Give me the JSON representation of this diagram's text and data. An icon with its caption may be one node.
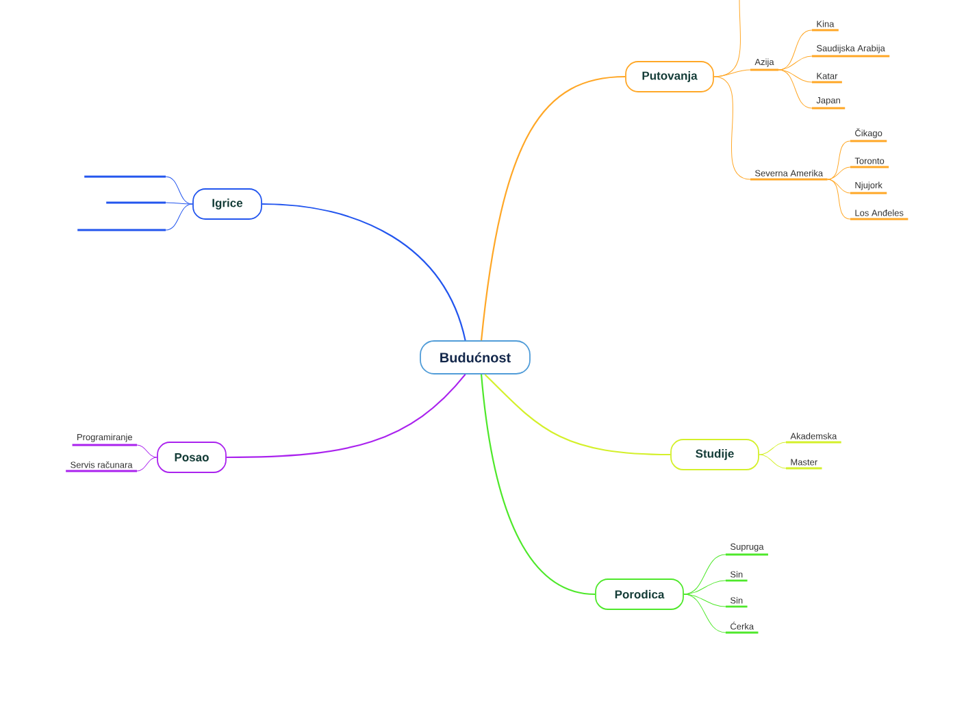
{
  "diagram": {
    "nodes": [
      {
        "text": [
          "Budućnost"
        ]
      },
      {
        "text": [
          "Igrice"
        ]
      },
      {
        "text": [],
        "shape": "bar"
      },
      {
        "text": [],
        "shape": "bar"
      },
      {
        "text": [],
        "shape": "bar"
      },
      {
        "text": [
          "Putovanja"
        ]
      },
      {
        "text": [
          "Azija"
        ]
      },
      {
        "text": [
          "Kina"
        ]
      },
      {
        "text": [
          "Saudijska Arabija"
        ]
      },
      {
        "text": [
          "Katar"
        ]
      },
      {
        "text": [
          "Japan"
        ]
      },
      {
        "text": [
          "Severna Amerika"
        ]
      },
      {
        "text": [
          "Čikago"
        ]
      },
      {
        "text": [
          "Toronto"
        ]
      },
      {
        "text": [
          "Njujork"
        ]
      },
      {
        "text": [
          "Los Anđeles"
        ]
      },
      {
        "text": [
          "Posao"
        ]
      },
      {
        "text": [
          "Programiranje"
        ]
      },
      {
        "text": [
          "Servis računara"
        ]
      },
      {
        "text": [
          "Studije"
        ]
      },
      {
        "text": [
          "Akademska"
        ]
      },
      {
        "text": [
          "Master"
        ]
      },
      {
        "text": [
          "Porodica"
        ]
      },
      {
        "text": [
          "Supruga"
        ]
      },
      {
        "text": [
          "Sin"
        ]
      },
      {
        "text": [
          "Sin"
        ]
      },
      {
        "text": [
          "Ćerka"
        ]
      }
    ],
    "edges": [
      {
        "from": 0,
        "to": 1,
        "arrow": "none",
        "color": "#2255ee"
      },
      {
        "from": 1,
        "to": 2,
        "arrow": "none",
        "color": "#2255ee"
      },
      {
        "from": 1,
        "to": 3,
        "arrow": "none",
        "color": "#2255ee"
      },
      {
        "from": 1,
        "to": 4,
        "arrow": "none",
        "color": "#2255ee"
      },
      {
        "from": 0,
        "to": 5,
        "arrow": "none"
      },
      {
        "from": 5,
        "to": null,
        "arrow": "none"
      },
      {
        "from": 5,
        "to": 6,
        "arrow": "none"
      },
      {
        "from": 6,
        "to": 7,
        "arrow": "none"
      },
      {
        "from": 6,
        "to": 8,
        "arrow": "none"
      },
      {
        "from": 6,
        "to": 9,
        "arrow": "none"
      },
      {
        "from": 6,
        "to": 10,
        "arrow": "none"
      },
      {
        "from": 5,
        "to": 11,
        "arrow": "none"
      },
      {
        "from": 11,
        "to": 12,
        "arrow": "none"
      },
      {
        "from": 11,
        "to": 13,
        "arrow": "none"
      },
      {
        "from": 11,
        "to": 14,
        "arrow": "none"
      },
      {
        "from": 11,
        "to": 15,
        "arrow": "none"
      },
      {
        "from": 0,
        "to": 16,
        "arrow": "none",
        "color": "#aa22ee"
      },
      {
        "from": 16,
        "to": 17,
        "arrow": "none",
        "color": "#aa22ee"
      },
      {
        "from": 16,
        "to": 18,
        "arrow": "none",
        "color": "#aa22ee"
      },
      {
        "from": 0,
        "to": 19,
        "arrow": "none",
        "color": "#d4f02a"
      },
      {
        "from": 19,
        "to": 20,
        "arrow": "none",
        "color": "#d4f02a"
      },
      {
        "from": 19,
        "to": 21,
        "arrow": "none",
        "color": "#d4f02a"
      },
      {
        "from": 0,
        "to": 22,
        "arrow": "none",
        "color": "#4ee82a"
      },
      {
        "from": 22,
        "to": 23,
        "arrow": "none",
        "color": "#4ee82a"
      },
      {
        "from": 22,
        "to": 24,
        "arrow": "none",
        "color": "#4ee82a"
      },
      {
        "from": 22,
        "to": 25,
        "arrow": "none",
        "color": "#4ee82a"
      },
      {
        "from": 22,
        "to": 26,
        "arrow": "none",
        "color": "#4ee82a"
      }
    ]
  }
}
